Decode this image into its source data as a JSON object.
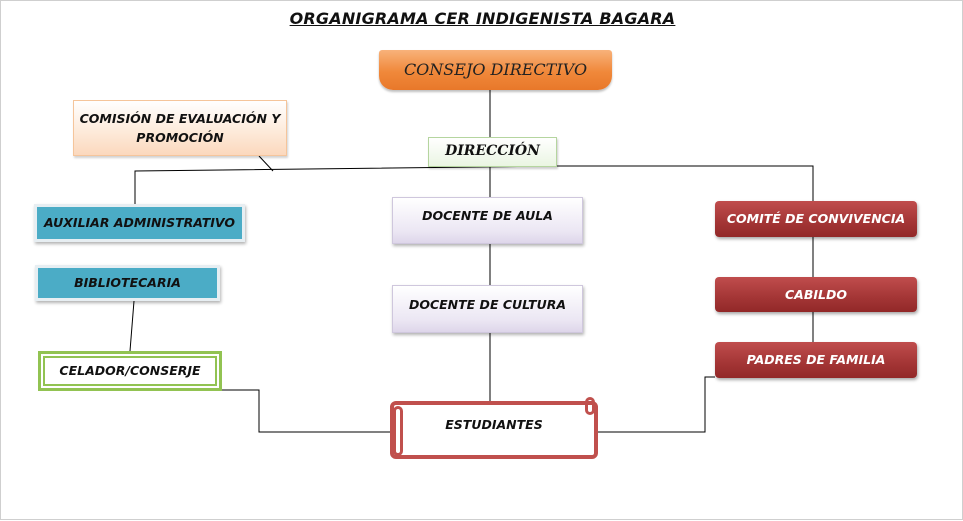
{
  "title": "ORGANIGRAMA CER INDIGENISTA BAGARA",
  "nodes": {
    "consejo_directivo": "CONSEJO DIRECTIVO",
    "comision": "COMISIÓN DE EVALUACIÓN Y PROMOCIÓN",
    "direccion": "DIRECCIÓN",
    "auxiliar_administrativo": "AUXILIAR ADMINISTRATIVO",
    "bibliotecaria": "BIBLIOTECARIA",
    "celador_conserje": "CELADOR/CONSERJE",
    "docente_aula": "DOCENTE DE AULA",
    "docente_cultura": "DOCENTE DE CULTURA",
    "estudiantes": "ESTUDIANTES",
    "comite_convivencia": "COMITÉ DE CONVIVENCIA",
    "cabildo": "CABILDO",
    "padres_familia": "PADRES DE FAMILIA"
  },
  "colors": {
    "consejo": "#f0883a",
    "blue_boxes": "#4bacc6",
    "green_border": "#92c352",
    "red_boxes": "#a33535",
    "estudiantes_border": "#c0504d",
    "lines": "#000000"
  }
}
